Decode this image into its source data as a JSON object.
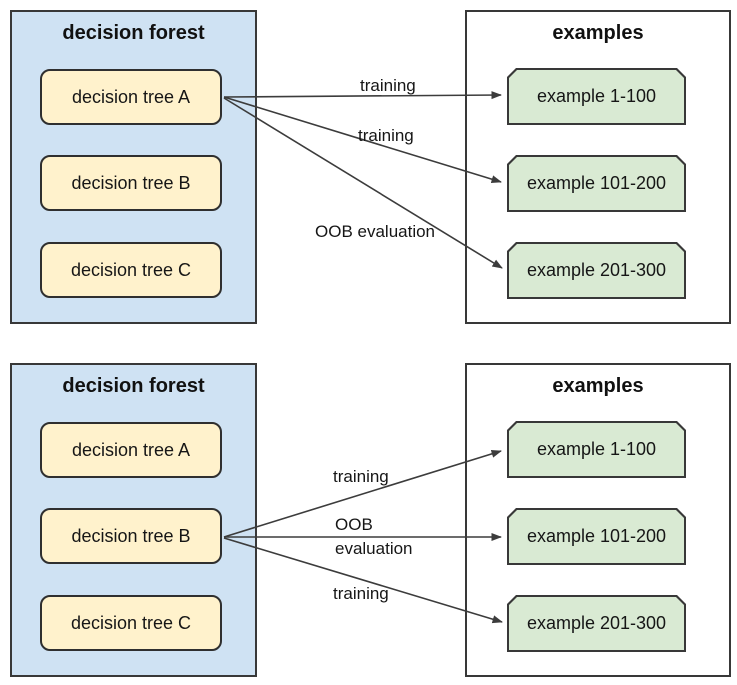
{
  "colors": {
    "forest_fill": "#cfe2f3",
    "tree_fill": "#fff2cc",
    "example_fill": "#d9ead3",
    "border": "#383838",
    "arrow": "#3c3c3c",
    "canvas": "#ffffff"
  },
  "panels": [
    {
      "forest": {
        "title": "decision forest",
        "trees": [
          {
            "label": "decision tree A"
          },
          {
            "label": "decision tree B"
          },
          {
            "label": "decision tree C"
          }
        ]
      },
      "examples": {
        "title": "examples",
        "items": [
          {
            "label": "example 1-100"
          },
          {
            "label": "example 101-200"
          },
          {
            "label": "example 201-300"
          }
        ]
      },
      "arrows": [
        {
          "label": "training",
          "from": "decision tree A",
          "to": "example 1-100"
        },
        {
          "label": "training",
          "from": "decision tree A",
          "to": "example 101-200"
        },
        {
          "label": "OOB evaluation",
          "from": "decision tree A",
          "to": "example 201-300"
        }
      ]
    },
    {
      "forest": {
        "title": "decision forest",
        "trees": [
          {
            "label": "decision tree A"
          },
          {
            "label": "decision tree B"
          },
          {
            "label": "decision tree C"
          }
        ]
      },
      "examples": {
        "title": "examples",
        "items": [
          {
            "label": "example 1-100"
          },
          {
            "label": "example 101-200"
          },
          {
            "label": "example 201-300"
          }
        ]
      },
      "arrows": [
        {
          "label": "training",
          "from": "decision tree B",
          "to": "example 1-100"
        },
        {
          "label": "OOB evaluation",
          "from": "decision tree B",
          "to": "example 101-200"
        },
        {
          "label": "training",
          "from": "decision tree B",
          "to": "example 201-300"
        }
      ]
    }
  ]
}
